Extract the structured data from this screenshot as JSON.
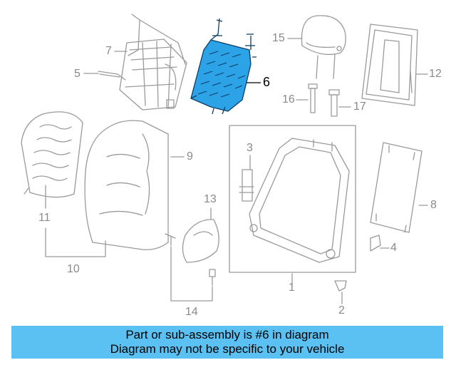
{
  "colors": {
    "line": "#9a9a9a",
    "highlight_fill": "#2ba3e6",
    "highlight_stroke": "#0b3d66",
    "banner_bg": "#5bc0f2"
  },
  "callouts": {
    "c1": "1",
    "c2": "2",
    "c3": "3",
    "c4": "4",
    "c5": "5",
    "c6": "6",
    "c7": "7",
    "c8": "8",
    "c9": "9",
    "c10": "10",
    "c11": "11",
    "c12": "12",
    "c13": "13",
    "c14": "14",
    "c15": "15",
    "c16": "16",
    "c17": "17"
  },
  "banner": {
    "line1": "Part or sub-assembly is #6 in diagram",
    "line2": "Diagram may not be specific to your vehicle"
  }
}
